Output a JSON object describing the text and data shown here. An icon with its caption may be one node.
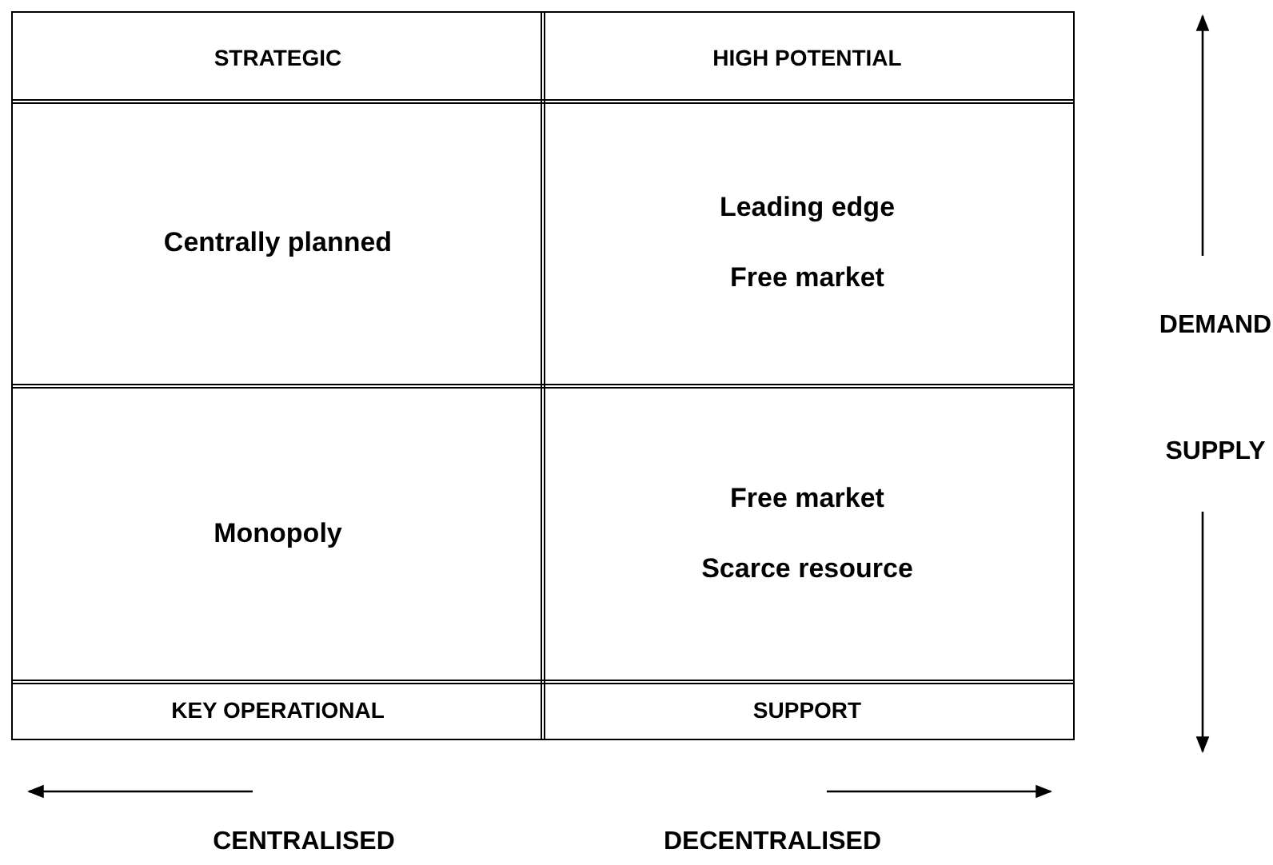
{
  "diagram": {
    "nodes": [
      {
        "text": [
          "STRATEGIC"
        ]
      },
      {
        "text": [
          "HIGH POTENTIAL"
        ]
      },
      {
        "text": [
          "Centrally planned"
        ]
      },
      {
        "text": [
          "Leading edge",
          "Free market"
        ]
      },
      {
        "text": [
          "Monopoly"
        ]
      },
      {
        "text": [
          "Free market",
          "Scarce resource"
        ]
      },
      {
        "text": [
          "KEY OPERATIONAL"
        ]
      },
      {
        "text": [
          "SUPPORT"
        ]
      }
    ],
    "edges": [],
    "labels": [
      "DEMAND",
      "SUPPLY",
      "CENTRALISED",
      "DECENTRALISED"
    ]
  }
}
